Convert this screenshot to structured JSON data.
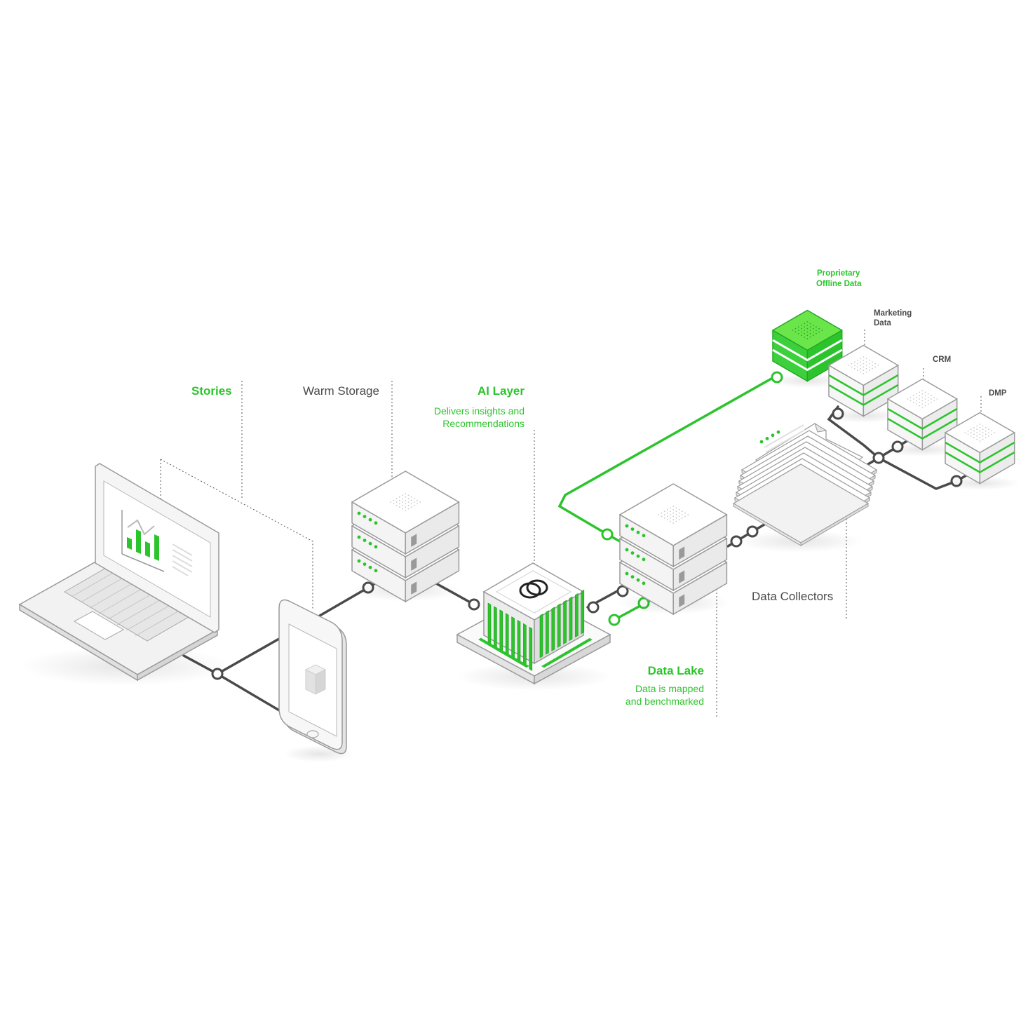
{
  "colors": {
    "accent": "#2cc42c",
    "line_dark": "#4a4a4a",
    "outline": "#9a9a9a",
    "text_dark": "#4a4a4a"
  },
  "labels": {
    "stories": "Stories",
    "warm_storage": "Warm Storage",
    "ai_layer": {
      "title": "AI Layer",
      "subtitle_line1": "Delivers insights and",
      "subtitle_line2": "Recommendations"
    },
    "data_lake": {
      "title": "Data Lake",
      "subtitle_line1": "Data is mapped",
      "subtitle_line2": "and benchmarked"
    },
    "data_collectors": "Data Collectors",
    "proprietary": {
      "line1": "Proprietary",
      "line2": "Offline Data"
    },
    "marketing": {
      "line1": "Marketing",
      "line2": "Data"
    },
    "crm": "CRM",
    "dmp": "DMP"
  },
  "icons": {
    "laptop": "laptop-icon",
    "phone": "smartphone-icon",
    "warm_storage": "server-stack-icon",
    "ai_chip": "processor-chip-icon",
    "ai_logo": "overlapping-rings-logo",
    "data_lake": "server-stack-icon",
    "data_collectors": "document-stack-icon",
    "sources": "database-box-icon"
  }
}
